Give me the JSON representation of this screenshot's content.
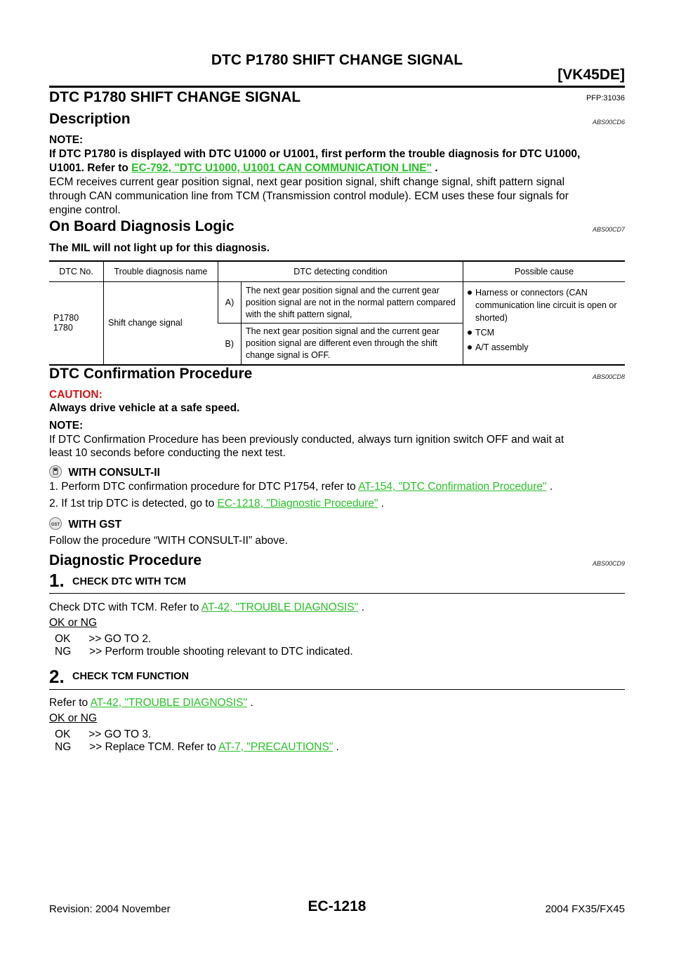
{
  "header": {
    "title": "DTC P1780 SHIFT CHANGE SIGNAL",
    "model_tag": "[VK45DE]"
  },
  "section": {
    "title": "DTC P1780 SHIFT CHANGE SIGNAL",
    "pfp": "PFP:31036"
  },
  "description": {
    "heading": "Description",
    "code": "ABS00CD6",
    "note_label": "NOTE:",
    "note_text_1": "If DTC P1780 is displayed with DTC U1000 or U1001, first perform the trouble diagnosis for DTC U1000,",
    "note_text_2": "U1001. Refer to",
    "note_link": "EC-792, \"DTC U1000, U1001 CAN COMMUNICATION LINE\"",
    "note_end": ".",
    "body_1": "ECM receives current gear position signal, next gear position signal, shift change signal, shift pattern signal",
    "body_2": "through CAN communication line from TCM (Transmission control module). ECM uses these four signals for",
    "body_3": "engine control."
  },
  "obd": {
    "heading": "On Board Diagnosis Logic",
    "code": "ABS00CD7",
    "mil_text": "The MIL will not light up for this diagnosis.",
    "table": {
      "headers": [
        "DTC No.",
        "Trouble diagnosis name",
        "DTC detecting condition",
        "Possible cause"
      ],
      "dtc_no_1": "P1780",
      "dtc_no_2": "1780",
      "name": "Shift change signal",
      "cond_a_label": "A)",
      "cond_a_text": "The next gear position signal and the current gear position signal are not in the normal pattern compared with the shift pattern signal,",
      "cond_b_label": "B)",
      "cond_b_text": "The next gear position signal and the current gear position signal are different even through the shift change signal is OFF.",
      "causes": [
        "Harness or connectors (CAN communication line circuit is open or shorted)",
        "TCM",
        "A/T assembly"
      ]
    }
  },
  "confirmation": {
    "heading": "DTC Confirmation Procedure",
    "code": "ABS00CD8",
    "caution_label": "CAUTION:",
    "caution_text": "Always drive vehicle at a safe speed.",
    "note_label": "NOTE:",
    "note_text_1": "If DTC Confirmation Procedure has been previously conducted, always turn ignition switch OFF and wait at",
    "note_text_2": "least 10 seconds before conducting the next test.",
    "consult_heading": "WITH CONSULT-II",
    "step1_text": "1.   Perform DTC confirmation procedure for DTC P1754, refer to",
    "step1_link": "AT-154, \"DTC Confirmation Procedure\"",
    "step1_end": ".",
    "step2_text": "2.   If 1st trip DTC is detected, go to",
    "step2_link": "EC-1218, \"Diagnostic Procedure\"",
    "step2_end": ".",
    "gst_heading": "WITH GST",
    "gst_text": "Follow the procedure “WITH CONSULT-II” above."
  },
  "diagnostic": {
    "heading": "Diagnostic Procedure",
    "code": "ABS00CD9",
    "steps": [
      {
        "num": "1.",
        "title": "CHECK DTC WITH TCM",
        "text": "Check DTC with TCM. Refer to",
        "link": "AT-42, \"TROUBLE DIAGNOSIS\"",
        "end": ".",
        "ok_ng": "OK or NG",
        "ok": "OK      >> GO TO 2.",
        "ng_prefix": "NG      >> Perform trouble shooting relevant to DTC indicated.",
        "ng_link": "",
        "ng_end": ""
      },
      {
        "num": "2.",
        "title": "CHECK TCM FUNCTION",
        "text": "Refer to",
        "link": "AT-42, \"TROUBLE DIAGNOSIS\"",
        "end": ".",
        "ok_ng": "OK or NG",
        "ok": "OK      >> GO TO 3.",
        "ng_prefix": "NG      >> Replace TCM. Refer to",
        "ng_link": "AT-7, \"PRECAUTIONS\"",
        "ng_end": "."
      }
    ]
  },
  "footer": {
    "revision": "Revision: 2004 November",
    "page": "EC-1218",
    "model": "2004 FX35/FX45"
  }
}
